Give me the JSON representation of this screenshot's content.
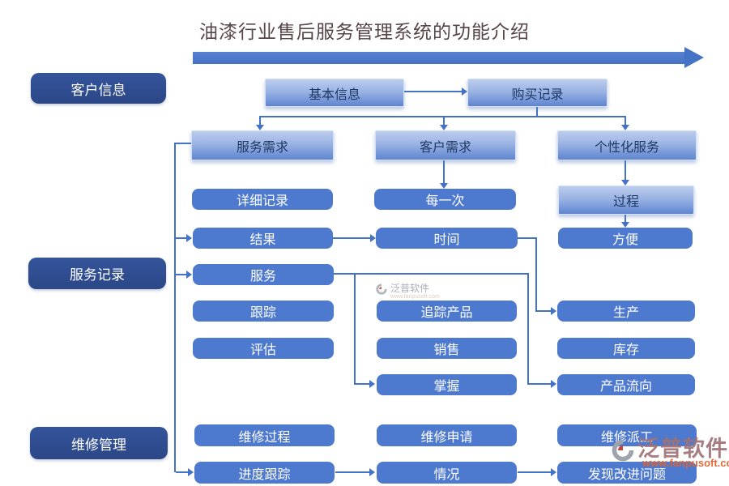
{
  "title": "油漆行业售后服务管理系统的功能介绍",
  "palette": {
    "category_navy": "#2e4c8f",
    "node_blue": "#4d79cf",
    "gradient_top": "#bccded",
    "gradient_bottom": "#5f85d0",
    "connector_blue": "#4472c4",
    "title_color": "#564549",
    "watermark_brand_color": "#9e7276",
    "watermark_url_color": "#e0632f"
  },
  "categories": {
    "customer_info": {
      "label": "客户信息"
    },
    "service_record": {
      "label": "服务记录"
    },
    "repair_mgmt": {
      "label": "维修管理"
    }
  },
  "nodes": {
    "basic_info": {
      "label": "基本信息"
    },
    "purchase_record": {
      "label": "购买记录"
    },
    "service_need": {
      "label": "服务需求"
    },
    "customer_need": {
      "label": "客户需求"
    },
    "personalized_service": {
      "label": "个性化服务"
    },
    "detail_record": {
      "label": "详细记录"
    },
    "every_time": {
      "label": "每一次"
    },
    "process": {
      "label": "过程"
    },
    "result": {
      "label": "结果"
    },
    "time": {
      "label": "时间"
    },
    "convenient": {
      "label": "方便"
    },
    "service": {
      "label": "服务"
    },
    "track": {
      "label": "跟踪"
    },
    "track_product": {
      "label": "追踪产品"
    },
    "production": {
      "label": "生产"
    },
    "evaluate": {
      "label": "评估"
    },
    "sales": {
      "label": "销售"
    },
    "inventory": {
      "label": "库存"
    },
    "grasp": {
      "label": "掌握"
    },
    "product_flow": {
      "label": "产品流向"
    },
    "repair_process": {
      "label": "维修过程"
    },
    "repair_request": {
      "label": "维修申请"
    },
    "repair_dispatch": {
      "label": "维修派工"
    },
    "progress_track": {
      "label": "进度跟踪"
    },
    "situation": {
      "label": "情况"
    },
    "find_improve": {
      "label": "发现改进问题"
    }
  },
  "watermark": {
    "brand": "泛普软件",
    "url": "www.fanpusoft.com"
  }
}
